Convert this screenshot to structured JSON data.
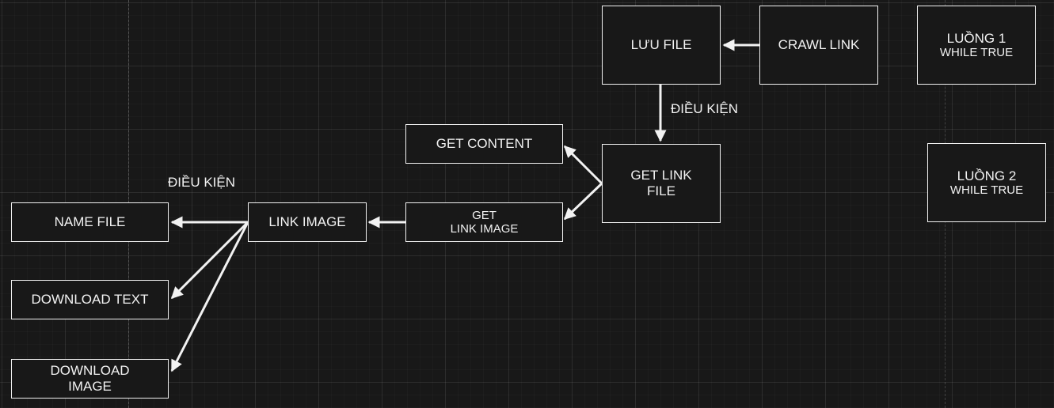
{
  "nodes": {
    "luu_file": "LƯU FILE",
    "crawl_link": "CRAWL LINK",
    "luong1_title": "LUỒNG 1",
    "luong1_sub": "WHILE TRUE",
    "get_content": "GET CONTENT",
    "get_link_file_line1": "GET LINK",
    "get_link_file_line2": "FILE",
    "luong2_title": "LUỒNG 2",
    "luong2_sub": "WHILE TRUE",
    "get_link_image_line1": "GET",
    "get_link_image_line2": "LINK IMAGE",
    "link_image": "LINK IMAGE",
    "name_file": "NAME FILE",
    "download_text": "DOWNLOAD TEXT",
    "download_image_line1": "DOWNLOAD",
    "download_image_line2": "IMAGE"
  },
  "labels": {
    "condition_top": "ĐIỀU KIỆN",
    "condition_left": "ĐIỀU KIỆN"
  },
  "colors": {
    "background": "#181818",
    "stroke": "#f2f2f2",
    "grid": "#2a2a2a"
  }
}
